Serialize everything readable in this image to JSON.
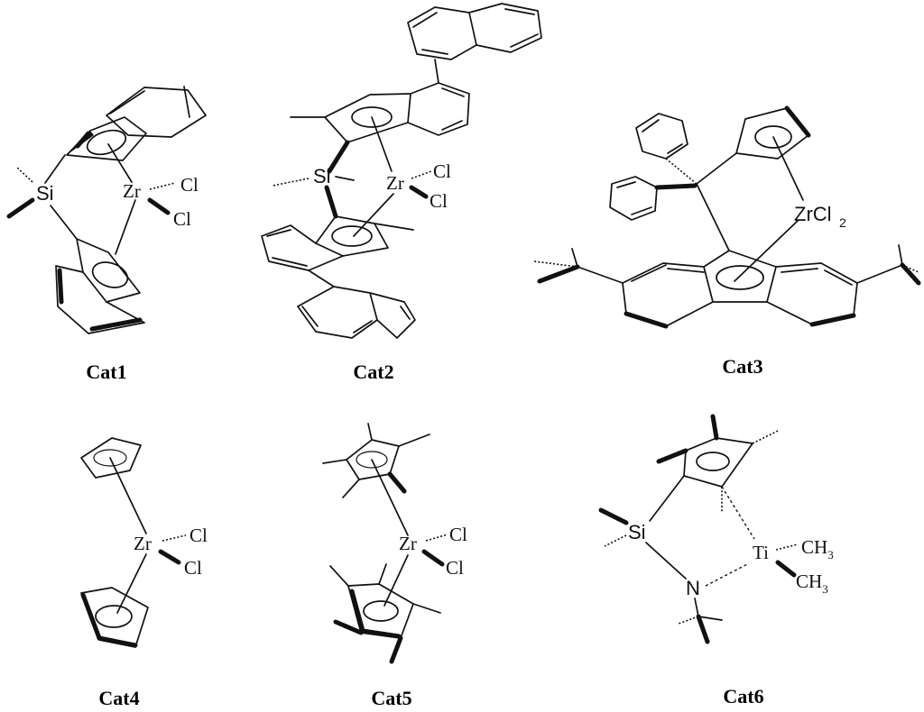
{
  "catalysts": [
    {
      "label": "Cat1",
      "metal": "Zr",
      "bridge": "Si",
      "ligands": [
        "Cl",
        "Cl"
      ]
    },
    {
      "label": "Cat2",
      "metal": "Zr",
      "bridge": "Si",
      "ligands": [
        "Cl",
        "Cl"
      ]
    },
    {
      "label": "Cat3",
      "metal_group": "ZrCl",
      "metal_sub": "2"
    },
    {
      "label": "Cat4",
      "metal": "Zr",
      "ligands": [
        "Cl",
        "Cl"
      ]
    },
    {
      "label": "Cat5",
      "metal": "Zr",
      "ligands": [
        "Cl",
        "Cl"
      ]
    },
    {
      "label": "Cat6",
      "metal": "Ti",
      "bridge": "Si",
      "nitrogen": "N",
      "methyl_base": "CH",
      "methyl_sub": "3"
    }
  ]
}
